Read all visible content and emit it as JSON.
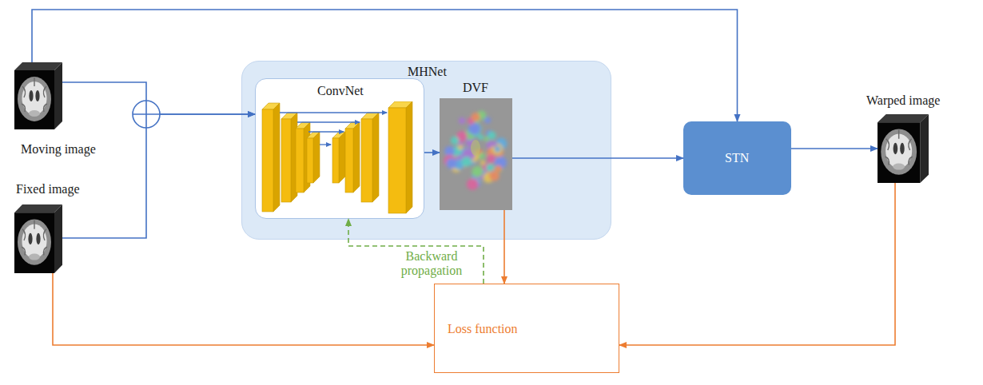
{
  "diagram": {
    "nodes": [
      {
        "text": [
          "Moving image"
        ]
      },
      {
        "text": [
          "Fixed image"
        ]
      },
      {
        "text": [
          "MHNet"
        ]
      },
      {
        "text": [
          "ConvNet"
        ],
        "in": 2
      },
      {
        "text": [
          "DVF"
        ],
        "in": 2
      },
      {
        "text": [
          "STN"
        ]
      },
      {
        "text": [
          "Warped image"
        ]
      },
      {
        "text": [
          "Loss function"
        ]
      }
    ],
    "edges": [
      {
        "from": 0,
        "to": 3,
        "arrow": "to"
      },
      {
        "from": 1,
        "to": 3,
        "arrow": "to"
      },
      {
        "from": 3,
        "to": 4,
        "arrow": "to"
      },
      {
        "from": 4,
        "to": 5,
        "arrow": "to"
      },
      {
        "from": 0,
        "to": 5,
        "arrow": "to"
      },
      {
        "from": 5,
        "to": 6,
        "arrow": "to"
      },
      {
        "from": 4,
        "to": 7,
        "arrow": "to"
      },
      {
        "from": 1,
        "to": 7,
        "arrow": "to"
      },
      {
        "from": 6,
        "to": 7,
        "arrow": "to"
      },
      {
        "from": 7,
        "to": 3,
        "label": "Backward propagation",
        "arrow": "to"
      }
    ]
  }
}
